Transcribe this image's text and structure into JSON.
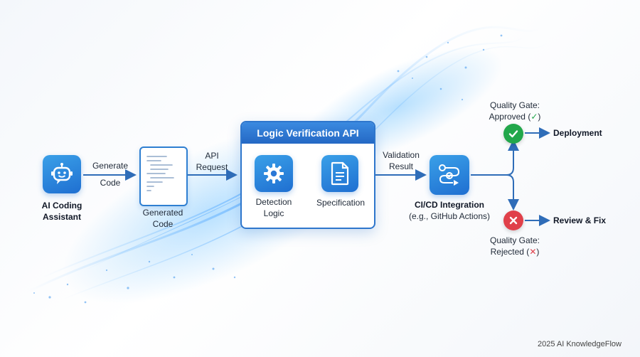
{
  "nodes": {
    "assistant": {
      "label_line1": "AI Coding",
      "label_line2": "Assistant"
    },
    "generated_code": {
      "label_line1": "Generated",
      "label_line2": "Code"
    },
    "api_box": {
      "title": "Logic Verification API",
      "detection": {
        "line1": "Detection",
        "line2": "Logic"
      },
      "specification": "Specification"
    },
    "cicd": {
      "title": "CI/CD Integration",
      "subtitle": "(e.g., GitHub Actions)"
    },
    "deployment": "Deployment",
    "review": "Review & Fix"
  },
  "edges": {
    "generate": {
      "line1": "Generate",
      "line2": "Code"
    },
    "api_request": {
      "line1": "API",
      "line2": "Request"
    },
    "validation_result": {
      "line1": "Validation",
      "line2": "Result"
    }
  },
  "gates": {
    "approved": {
      "line1": "Quality Gate:",
      "line2_text": "Approved (",
      "symbol": "✓",
      "close": ")"
    },
    "rejected": {
      "line1": "Quality Gate:",
      "line2_text": "Rejected (",
      "symbol": "✕",
      "close": ")"
    }
  },
  "colors": {
    "brand_blue": "#2468c4",
    "arrow_blue": "#2f6db8",
    "approved_green": "#22a74b",
    "rejected_red": "#e0404a"
  },
  "icons": {
    "assistant": "robot-chat-icon",
    "generated_code": "code-document-icon",
    "detection": "gear-icon",
    "specification": "document-icon",
    "cicd": "pipeline-flow-icon",
    "approved": "check-icon",
    "rejected": "x-icon"
  },
  "footer": "2025 AI KnowledgeFlow"
}
